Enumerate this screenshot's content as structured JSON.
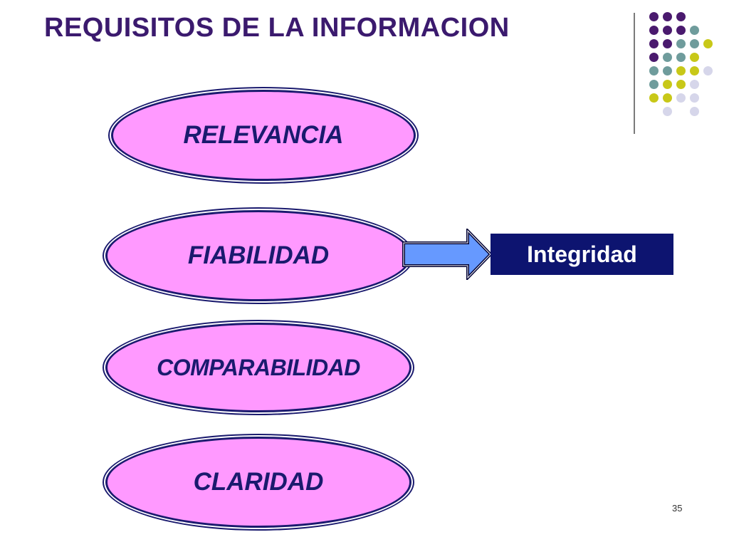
{
  "slide": {
    "title": "REQUISITOS DE LA INFORMACION",
    "number": "35"
  },
  "requirements": [
    {
      "label": "RELEVANCIA"
    },
    {
      "label": "FIABILIDAD"
    },
    {
      "label": "COMPARABILIDAD"
    },
    {
      "label": "CLARIDAD"
    }
  ],
  "callout": {
    "label": "Integridad"
  },
  "colors": {
    "title": "#3b1a6e",
    "oval_fill": "#ff99ff",
    "oval_border": "#1a1a6e",
    "callout_bg": "#0d1470",
    "arrow_fill": "#6699ff",
    "dot_purple": "#4a1a6e",
    "dot_teal": "#6f9c9c",
    "dot_yellow": "#c8c818",
    "dot_lavender": "#d6d6ea"
  }
}
